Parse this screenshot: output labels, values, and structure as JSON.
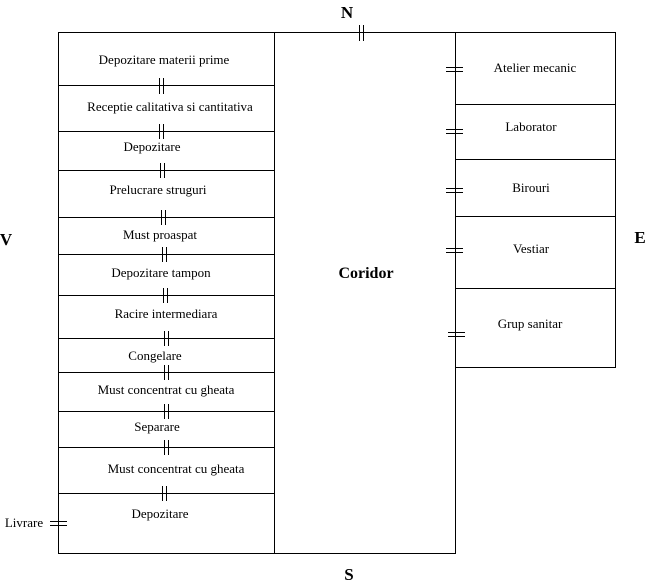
{
  "compass": {
    "north": "N",
    "south": "S",
    "west": "V",
    "east": "E"
  },
  "corridor": "Coridor",
  "exit_label": "Livrare",
  "left_rooms": [
    "Depozitare materii prime",
    "Receptie calitativa si cantitativa",
    "Depozitare",
    "Prelucrare struguri",
    "Must proaspat",
    "Depozitare tampon",
    "Racire intermediara",
    "Congelare",
    "Must concentrat cu gheata",
    "Separare",
    "Must concentrat cu gheata",
    "Depozitare"
  ],
  "right_rooms": [
    "Atelier mecanic",
    "Laborator",
    "Birouri",
    "Vestiar",
    "Grup sanitar"
  ]
}
